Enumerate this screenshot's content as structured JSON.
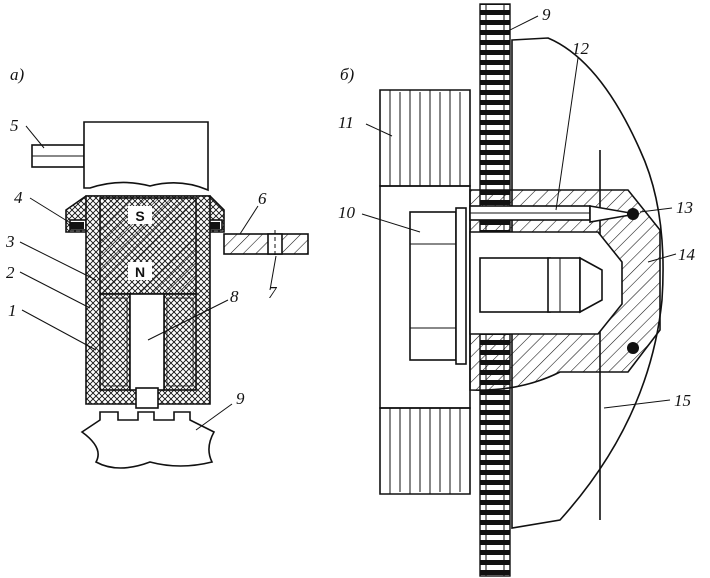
{
  "panels": {
    "a": {
      "tag": "а)",
      "pole_south": "S",
      "pole_north": "N",
      "callouts": [
        "1",
        "2",
        "3",
        "4",
        "5",
        "6",
        "7",
        "8",
        "9"
      ]
    },
    "b": {
      "tag": "б)",
      "callouts": [
        "9",
        "10",
        "11",
        "12",
        "13",
        "14",
        "15"
      ]
    }
  },
  "colors": {
    "ink": "#111111",
    "paper": "#ffffff"
  },
  "icons": [
    "sensor-cross-section",
    "hub-cross-section",
    "toothed-ring"
  ]
}
